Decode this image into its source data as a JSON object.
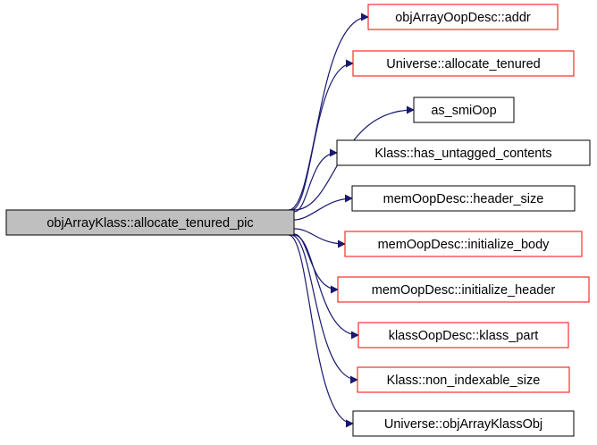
{
  "colors": {
    "root_fill": "#bfbfbf",
    "root_border": "#000000",
    "doc_border": "#ff0000",
    "plain_border": "#000000",
    "edge": "#191970",
    "text": "#000000",
    "background": "#ffffff"
  },
  "root": {
    "label": "objArrayKlass::allocate_tenured_pic"
  },
  "callees": [
    {
      "label": "objArrayOopDesc::addr",
      "documented": true
    },
    {
      "label": "Universe::allocate_tenured",
      "documented": true
    },
    {
      "label": "as_smiOop",
      "documented": false
    },
    {
      "label": "Klass::has_untagged_contents",
      "documented": false
    },
    {
      "label": "memOopDesc::header_size",
      "documented": false
    },
    {
      "label": "memOopDesc::initialize_body",
      "documented": true
    },
    {
      "label": "memOopDesc::initialize_header",
      "documented": true
    },
    {
      "label": "klassOopDesc::klass_part",
      "documented": true
    },
    {
      "label": "Klass::non_indexable_size",
      "documented": true
    },
    {
      "label": "Universe::objArrayKlassObj",
      "documented": false
    }
  ]
}
